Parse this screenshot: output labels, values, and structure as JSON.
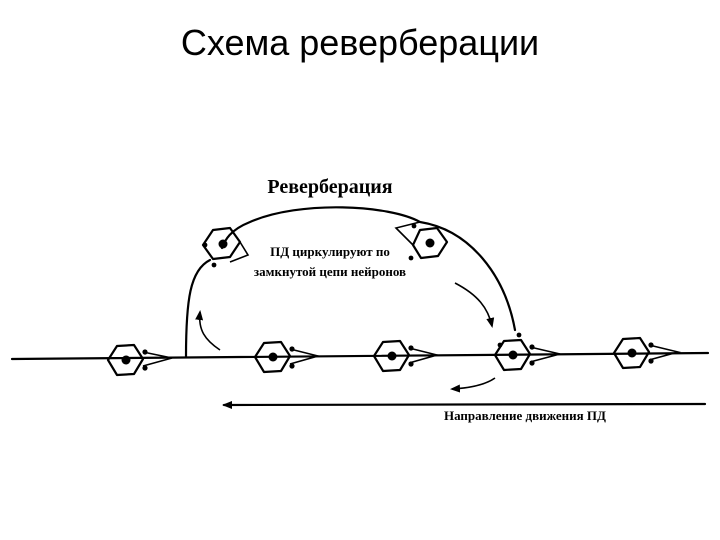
{
  "slide": {
    "title": "Схема реверберации"
  },
  "diagram": {
    "heading": "Реверберация",
    "circulation_line1": "ПД циркулируют по",
    "circulation_line2": "замкнутой цепи нейронов",
    "direction_label": "Направление движения ПД",
    "colors": {
      "ink": "#000000",
      "background": "#ffffff"
    }
  }
}
